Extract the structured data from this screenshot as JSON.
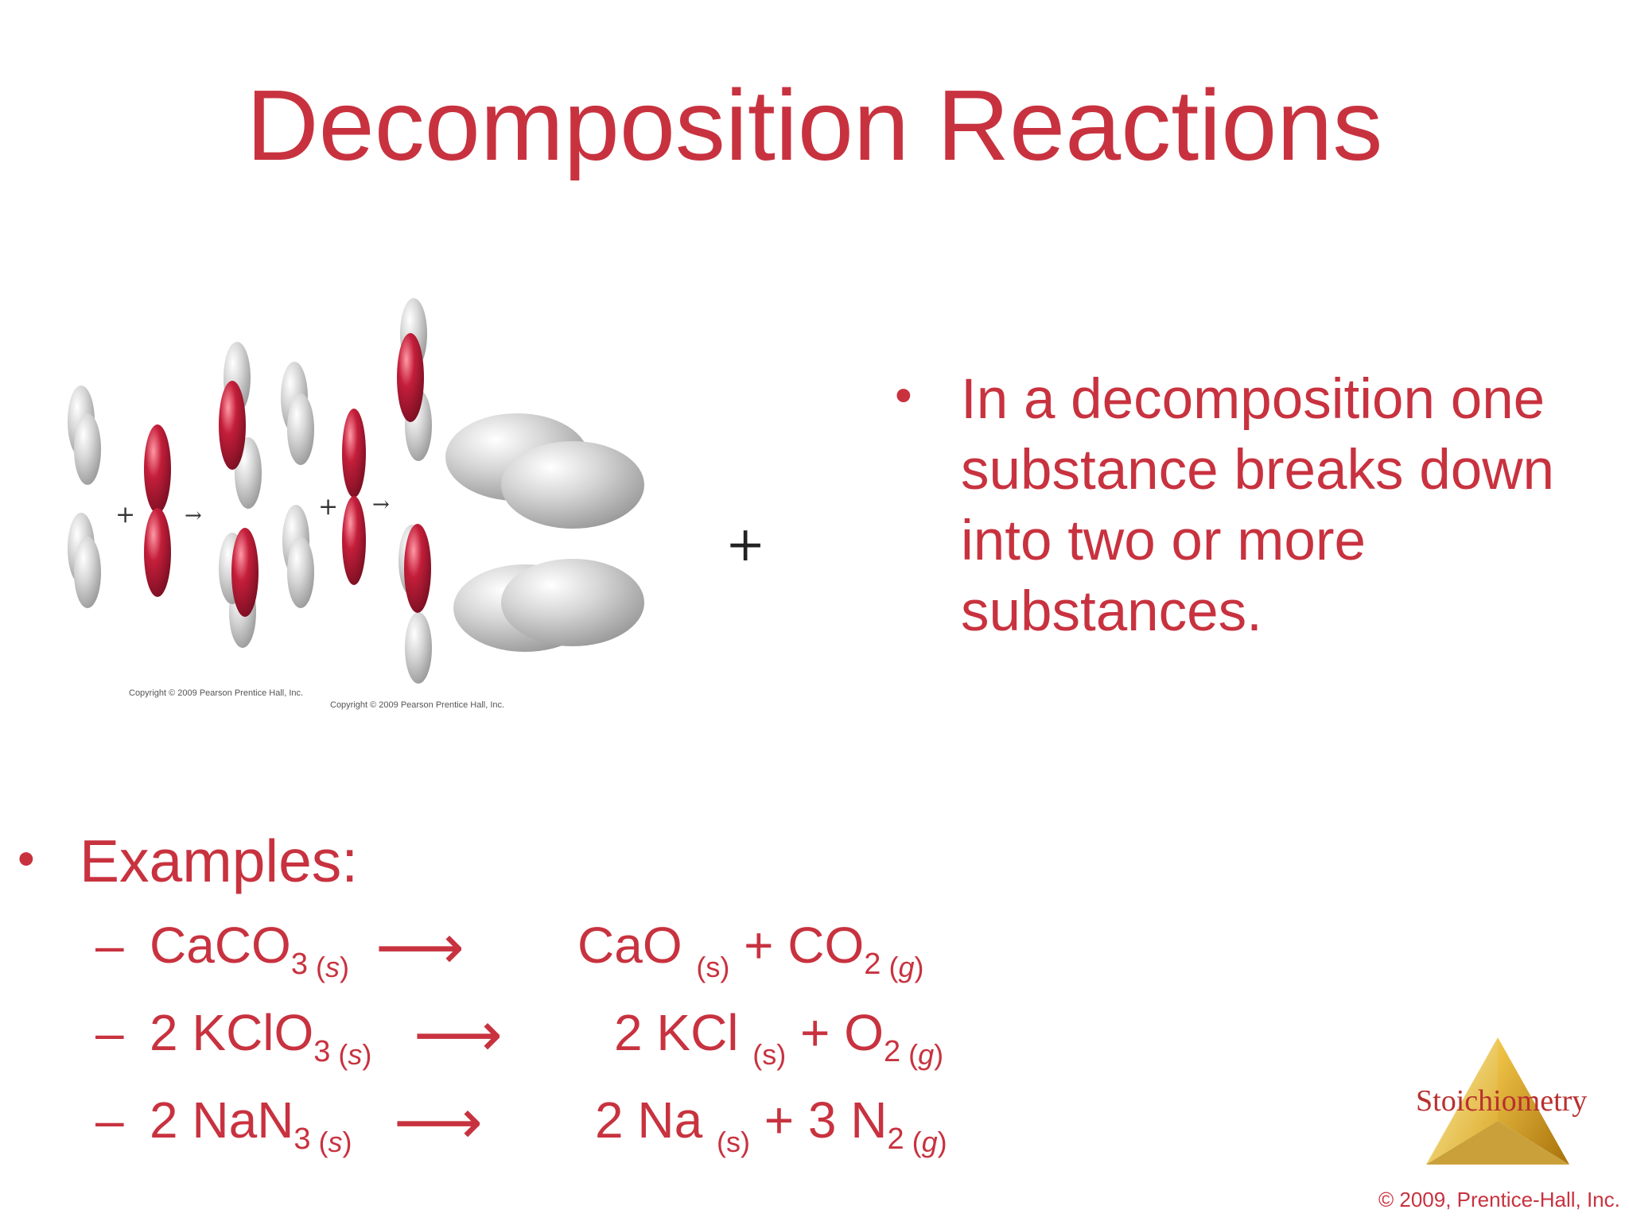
{
  "slide": {
    "title": "Decomposition Reactions",
    "description": "In a decomposition one substance breaks down into two or more substances.",
    "examples_heading": "Examples:",
    "dash": "–",
    "arrow": "⟶",
    "plus": "+",
    "equations": [
      {
        "coef_r": "",
        "reactant": "CaCO",
        "reactant_sub": "3",
        "reactant_state": "s",
        "coef_p1": "",
        "p1": "CaO",
        "p1_state": "(s)",
        "plus": "+",
        "coef_p2": "",
        "p2": "CO",
        "p2_sub": "2",
        "p2_state": "g"
      },
      {
        "coef_r": "2 ",
        "reactant": "KClO",
        "reactant_sub": "3",
        "reactant_state": "s",
        "coef_p1": "2 ",
        "p1": "KCl",
        "p1_state": "(s)",
        "plus": "+",
        "coef_p2": "",
        "p2": "O",
        "p2_sub": "2",
        "p2_state": "g"
      },
      {
        "coef_r": "2 ",
        "reactant": "NaN",
        "reactant_sub": "3",
        "reactant_state": "s",
        "coef_p1": "2 ",
        "p1": "Na",
        "p1_state": "(s)",
        "plus": "+",
        "coef_p2": "3 ",
        "p2": "N",
        "p2_sub": "2",
        "p2_state": "g"
      }
    ],
    "logo_text": "Stoichiometry",
    "copyright": "© 2009, Prentice-Hall, Inc."
  },
  "illustration": {
    "atom_colors": {
      "red": "#c41e3a",
      "gray": "#cfcfcf"
    },
    "small_copyright": "Copyright © 2009 Pearson Prentice Hall, Inc."
  }
}
